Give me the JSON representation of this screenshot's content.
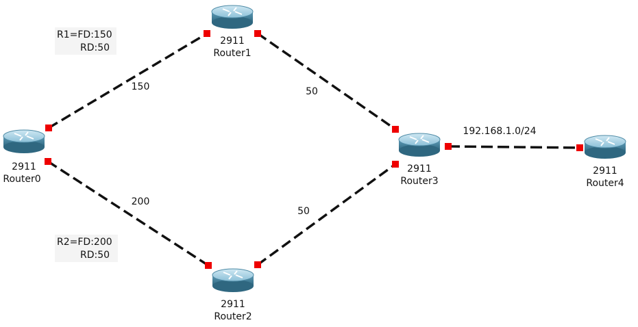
{
  "colors": {
    "link": "#111111",
    "port": "#ee0000",
    "router_top": "#a9d4e6",
    "router_side": "#4f8ba6",
    "note_bg": "#f4f4f4"
  },
  "routers": [
    {
      "id": "Router0",
      "model": "2911",
      "name": "Router0"
    },
    {
      "id": "Router1",
      "model": "2911",
      "name": "Router1"
    },
    {
      "id": "Router2",
      "model": "2911",
      "name": "Router2"
    },
    {
      "id": "Router3",
      "model": "2911",
      "name": "Router3"
    },
    {
      "id": "Router4",
      "model": "2911",
      "name": "Router4"
    }
  ],
  "links": [
    {
      "from": "Router0",
      "to": "Router1",
      "label": "150"
    },
    {
      "from": "Router1",
      "to": "Router3",
      "label": "50"
    },
    {
      "from": "Router0",
      "to": "Router2",
      "label": "200"
    },
    {
      "from": "Router2",
      "to": "Router3",
      "label": "50"
    },
    {
      "from": "Router3",
      "to": "Router4",
      "label": "192.168.1.0/24"
    }
  ],
  "notes": {
    "r1": {
      "line1": "R1=FD:150",
      "line2": "RD:50"
    },
    "r2": {
      "line1": "R2=FD:200",
      "line2": "RD:50"
    }
  }
}
